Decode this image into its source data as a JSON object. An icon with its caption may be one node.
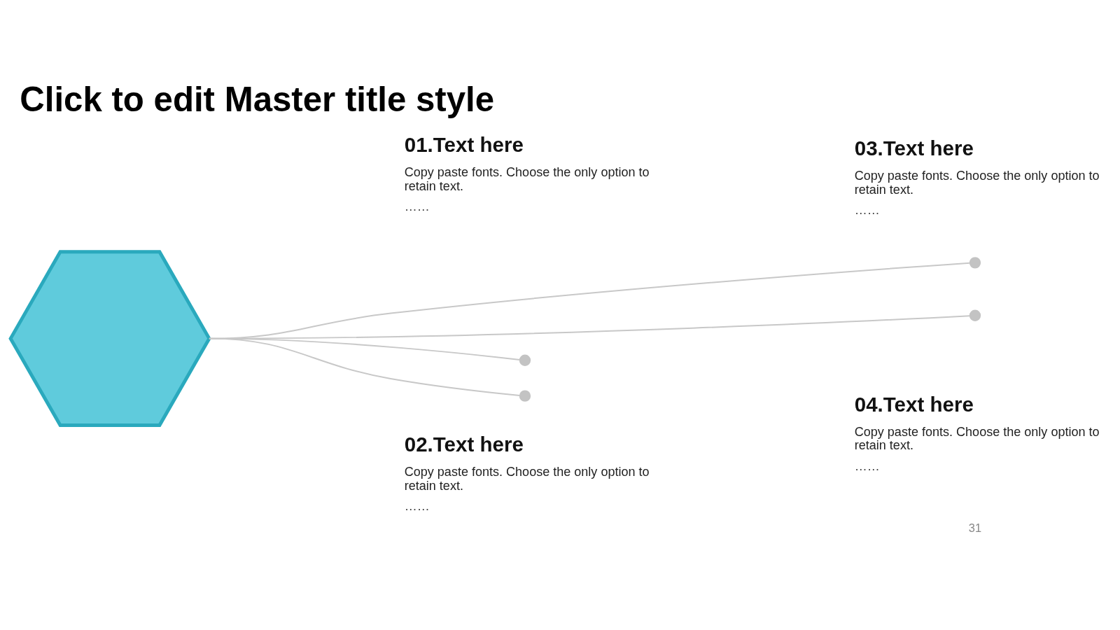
{
  "diagram": {
    "title": "Click to edit Master title style",
    "nodes": [
      {
        "text": [],
        "shape": "hexagon"
      },
      {
        "text": [],
        "shape": "circle"
      },
      {
        "text": [],
        "shape": "circle"
      },
      {
        "text": [],
        "shape": "circle"
      },
      {
        "text": [],
        "shape": "circle"
      }
    ],
    "edges": [
      {
        "from": 0,
        "to": 1,
        "arrow": "none"
      },
      {
        "from": 0,
        "to": 2,
        "arrow": "none"
      },
      {
        "from": 0,
        "to": 3,
        "arrow": "none"
      },
      {
        "from": 0,
        "to": 4,
        "arrow": "none"
      }
    ],
    "labels": [
      "01.Text here",
      "Copy paste fonts. Choose the only option to retain text.",
      "……",
      "03.Text here",
      "Copy paste fonts. Choose the only option to retain text.",
      "……",
      "02.Text here",
      "Copy paste fonts. Choose the only option to retain text.",
      "……",
      "04.Text here",
      "Copy paste fonts. Choose the only option to retain text.",
      "……",
      "31"
    ]
  }
}
